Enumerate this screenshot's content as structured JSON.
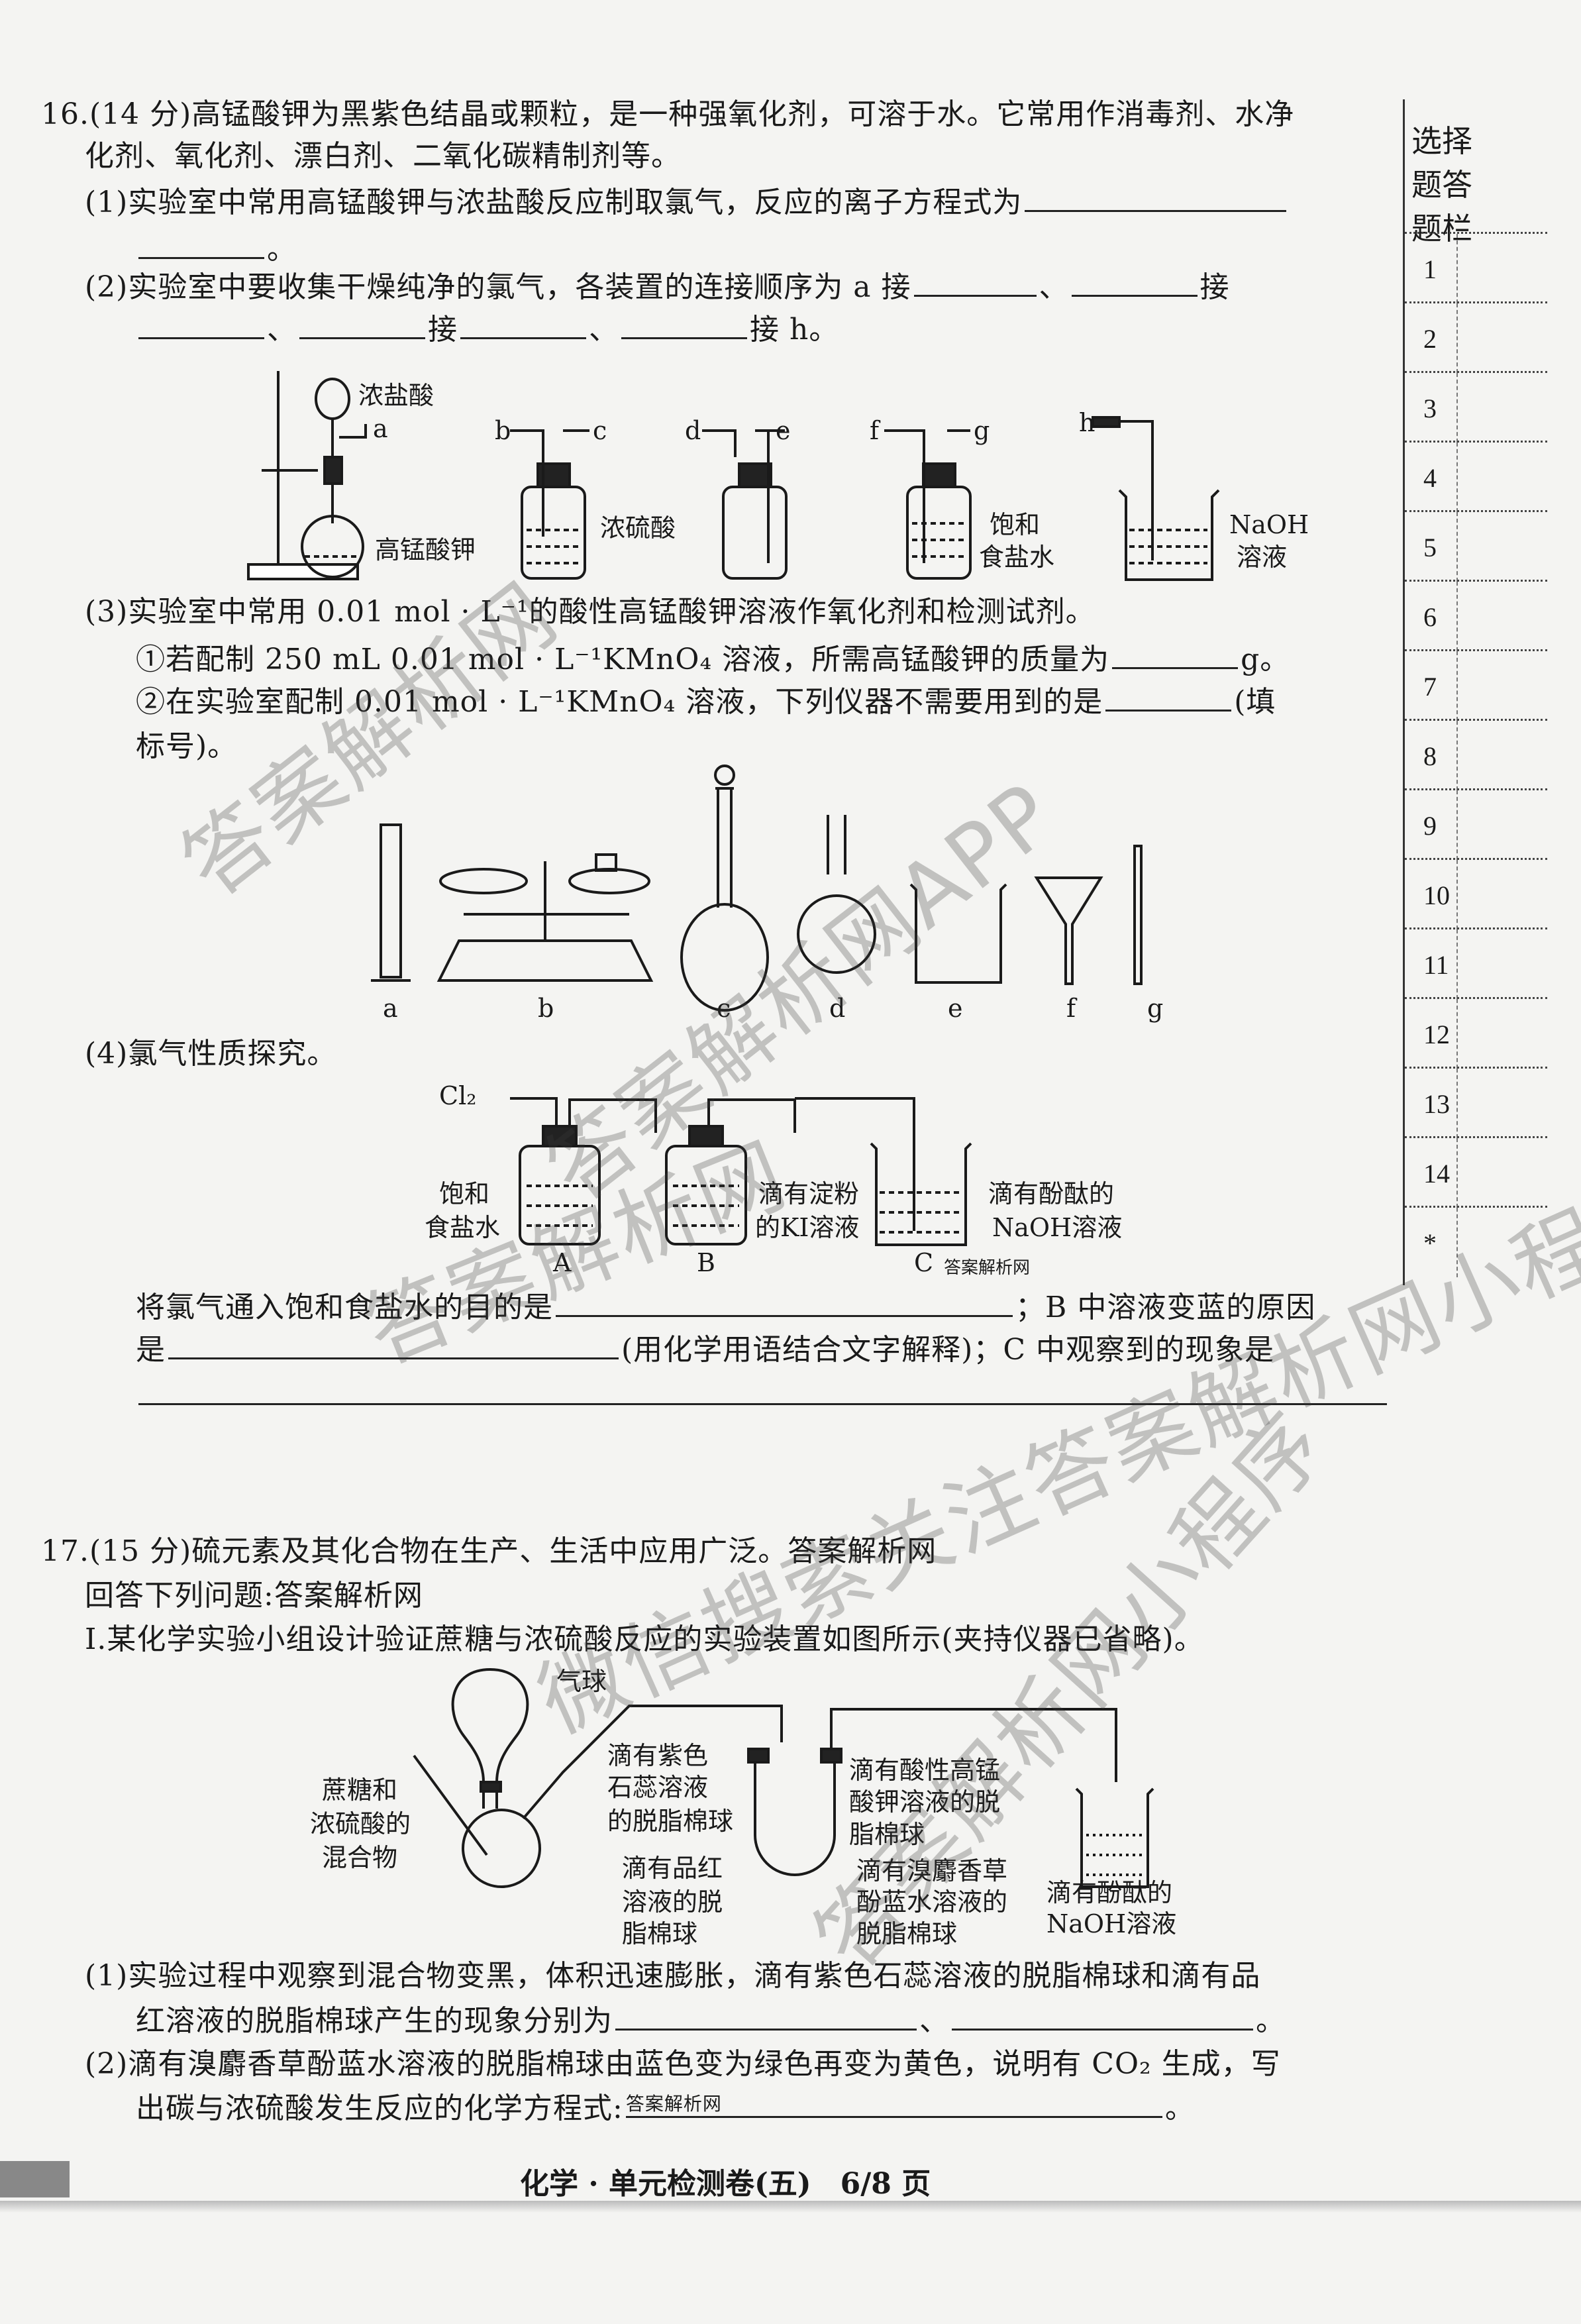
{
  "q16": {
    "line1": "16.(14 分)高锰酸钾为黑紫色结晶或颗粒，是一种强氧化剂，可溶于水。它常用作消毒剂、水净",
    "line2": "化剂、氧化剂、漂白剂、二氧化碳精制剂等。",
    "p1": "(1)实验室中常用高锰酸钾与浓盐酸反应制取氯气，反应的离子方程式为",
    "period": "。",
    "p2a": "(2)实验室中要收集干燥纯净的氯气，各装置的连接顺序为 a 接",
    "dun": "、",
    "jie": "接",
    "jie_h": "接 h。",
    "fig1": {
      "conc_hcl": "浓盐酸",
      "a": "a",
      "b": "b",
      "c": "c",
      "d": "d",
      "e": "e",
      "f": "f",
      "g": "g",
      "h": "h",
      "kmno4": "高锰酸钾",
      "h2so4": "浓硫酸",
      "sat1": "饱和",
      "sat2": "食盐水",
      "naoh1": "NaOH",
      "naoh2": "溶液"
    },
    "p3": "(3)实验室中常用 0.01 mol · L⁻¹的酸性高锰酸钾溶液作氧化剂和检测试剂。",
    "p3_1a": "①若配制 250 mL 0.01 mol · L⁻¹KMnO₄ 溶液，所需高锰酸钾的质量为",
    "p3_1b": "g。",
    "p3_2a": "②在实验室配制 0.01 mol · L⁻¹KMnO₄ 溶液，下列仪器不需要用到的是",
    "p3_2b": "(填",
    "p3_2c": "标号)。",
    "fig2": {
      "labels": [
        "a",
        "b",
        "c",
        "d",
        "e",
        "f",
        "g"
      ]
    },
    "p4": "(4)氯气性质探究。",
    "fig3": {
      "cl2": "Cl₂",
      "sat1": "饱和",
      "sat2": "食盐水",
      "A": "A",
      "B": "B",
      "C": "C",
      "ki1": "滴有淀粉",
      "ki2": "的KI溶液",
      "ph1": "滴有酚酞的",
      "ph2": "NaOH溶液",
      "wm": "答案解析网"
    },
    "p4_a": "将氯气通入饱和食盐水的目的是",
    "p4_b": "；B 中溶液变蓝的原因",
    "p4_c": "是",
    "p4_d": "(用化学用语结合文字解释)；C 中观察到的现象是"
  },
  "q17": {
    "line1": "17.(15 分)硫元素及其化合物在生产、生活中应用广泛。答案解析网",
    "line2": "回答下列问题:答案解析网",
    "line3": "Ⅰ.某化学实验小组设计验证蔗糖与浓硫酸反应的实验装置如图所示(夹持仪器已省略)。",
    "fig4": {
      "balloon": "气球",
      "mix1": "蔗糖和",
      "mix2": "浓硫酸的",
      "mix3": "混合物",
      "lit1": "滴有紫色",
      "lit2": "石蕊溶液",
      "lit3": "的脱脂棉球",
      "pin1": "滴有品红",
      "pin2": "溶液的脱",
      "pin3": "脂棉球",
      "km1": "滴有酸性高锰",
      "km2": "酸钾溶液的脱",
      "km3": "脂棉球",
      "bt1": "滴有溴麝香草",
      "bt2": "酚蓝水溶液的",
      "bt3": "脱脂棉球",
      "ph1": "滴有酚酞的",
      "ph2": "NaOH溶液"
    },
    "p1a": "(1)实验过程中观察到混合物变黑，体积迅速膨胀，滴有紫色石蕊溶液的脱脂棉球和滴有品",
    "p1b": "红溶液的脱脂棉球产生的现象分别为",
    "p2a": "(2)滴有溴麝香草酚蓝水溶液的脱脂棉球由蓝色变为绿色再变为黄色，说明有 CO₂ 生成，写",
    "p2b": "出碳与浓硫酸发生反应的化学方程式:",
    "p2b_wm": "答案解析网",
    "period": "。",
    "dun": "、"
  },
  "sidebar": {
    "title": "选择题答题栏",
    "rows": [
      "1",
      "2",
      "3",
      "4",
      "5",
      "6",
      "7",
      "8",
      "9",
      "10",
      "11",
      "12",
      "13",
      "14",
      "*"
    ]
  },
  "footer": "化学 · 单元检测卷(五)　6/8 页",
  "watermarks": [
    "答案解析网",
    "答案解析网APP",
    "答案解析网",
    "微信搜索关注答案解析网小程序",
    "答案解析网小程序"
  ]
}
